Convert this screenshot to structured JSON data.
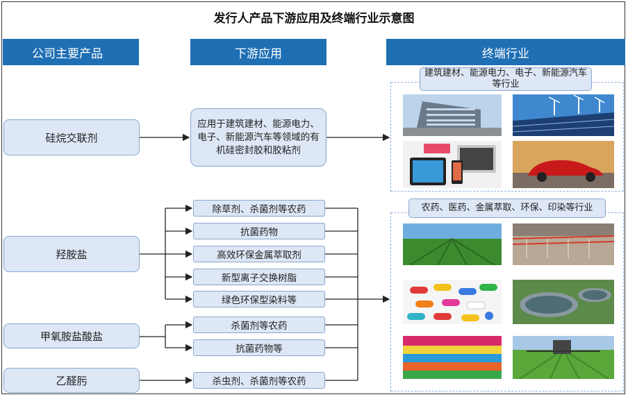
{
  "title": "发行人产品下游应用及终端行业示意图",
  "headers": {
    "products": "公司主要产品",
    "applications": "下游应用",
    "industries": "终端行业"
  },
  "products": [
    "硅烷交联剂",
    "羟胺盐",
    "甲氧胺盐酸盐",
    "乙醛肟"
  ],
  "applications": {
    "silane": "应用于建筑建材、能源电力、电子、新能源汽车等领域的有机硅密封胶和胶粘剂",
    "hydroxylamine": [
      "除草剂、杀菌剂等农药",
      "抗菌药物",
      "高效环保金属萃取剂",
      "新型离子交换树脂",
      "绿色环保型染料等"
    ],
    "methoxyamine": [
      "杀菌剂等农药",
      "抗菌药物等"
    ],
    "acetaldoxime": [
      "杀虫剂、杀菌剂等农药"
    ]
  },
  "industries": {
    "group1": "建筑建材、能源电力、电子、新能源汽车等行业",
    "group2": "农药、医药、金属萃取、环保、印染等行业"
  },
  "photos": {
    "group1": [
      "building",
      "solar-wind",
      "electronics",
      "electric-car"
    ],
    "group2": [
      "crop-field",
      "industrial-sprayer",
      "pills",
      "water-treatment",
      "textiles",
      "tractor-spraying"
    ]
  }
}
